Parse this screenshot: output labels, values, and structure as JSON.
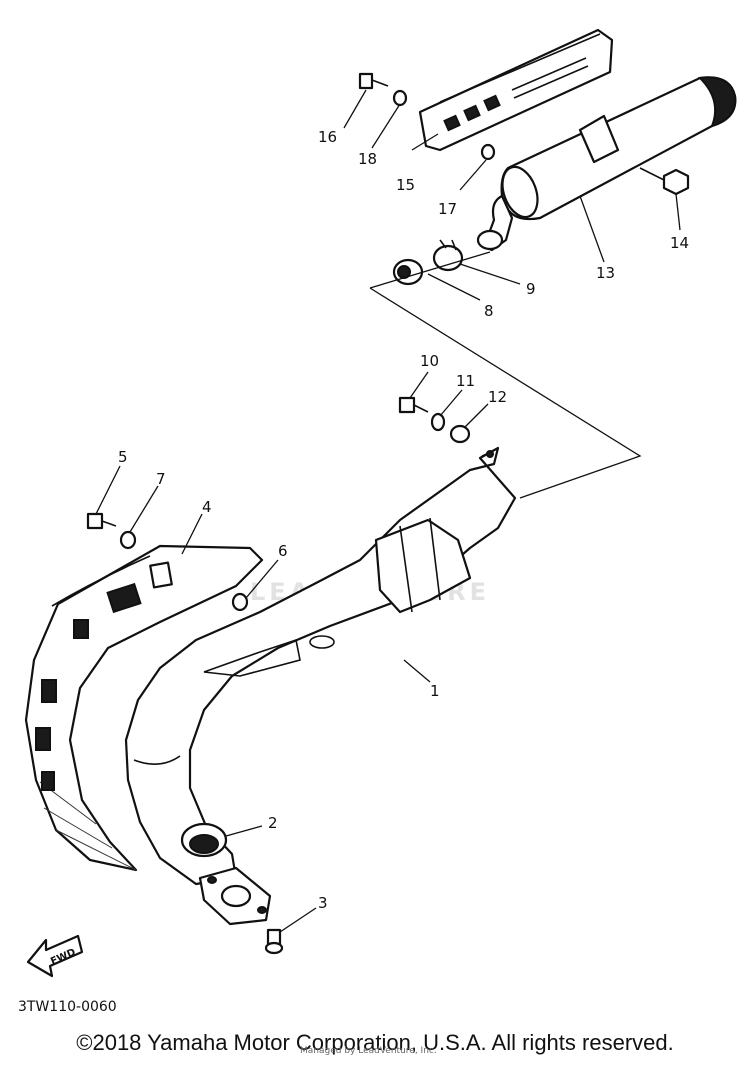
{
  "diagram_code": "3TW110-0060",
  "copyright": "©2018 Yamaha Motor Corporation, U.S.A. All rights reserved.",
  "watermark": {
    "brand": "LEADVENTURE",
    "notice": "Managed by LeadVenture, Inc."
  },
  "fwd_label": "FWD",
  "callouts": {
    "c1": "1",
    "c2": "2",
    "c3": "3",
    "c4": "4",
    "c5": "5",
    "c6": "6",
    "c7": "7",
    "c8": "8",
    "c9": "9",
    "c10": "10",
    "c11": "11",
    "c12": "12",
    "c13": "13",
    "c14": "14",
    "c15": "15",
    "c16": "16",
    "c17": "17",
    "c18": "18"
  }
}
